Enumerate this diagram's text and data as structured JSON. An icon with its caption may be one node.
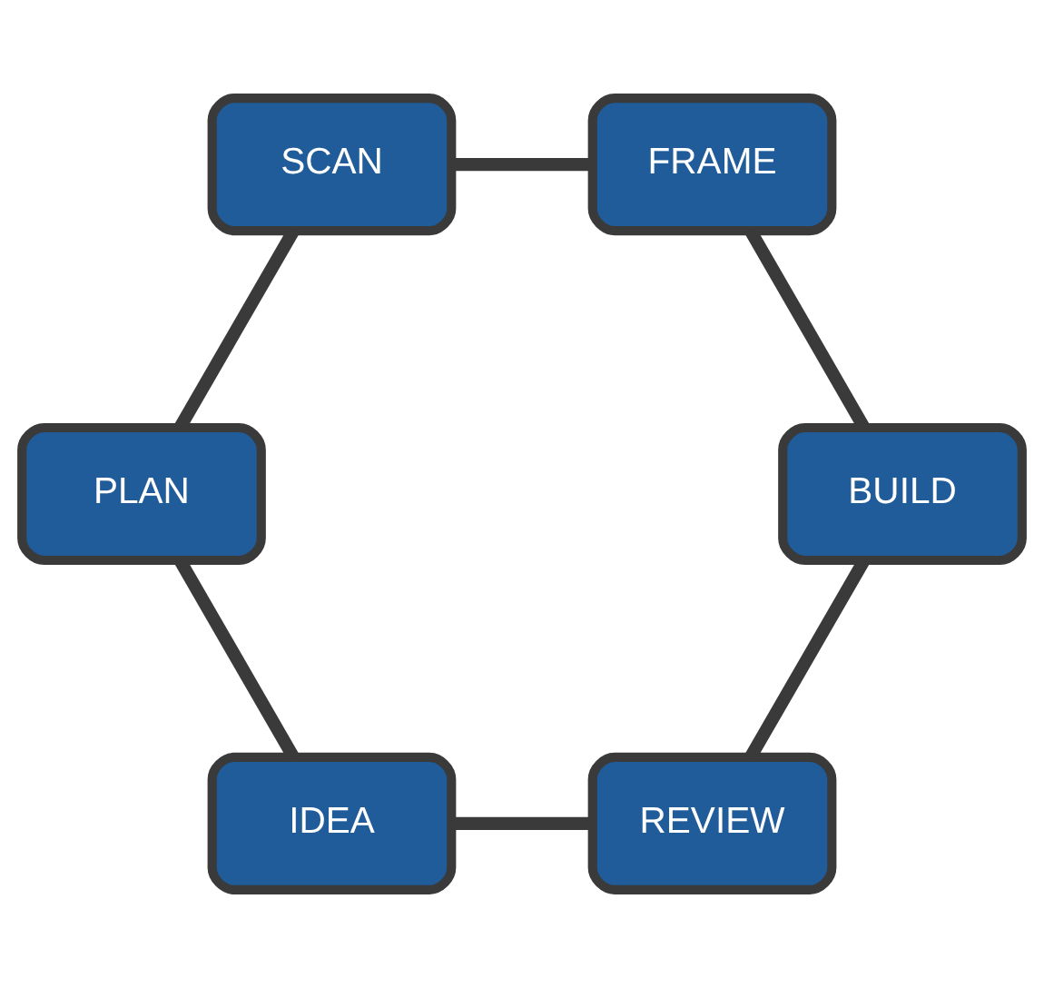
{
  "diagram": {
    "nodes": [
      {
        "text": [
          "REVIEW"
        ]
      },
      {
        "text": [
          "IDEA"
        ]
      },
      {
        "text": [
          "PLAN"
        ]
      },
      {
        "text": [
          "SCAN"
        ]
      },
      {
        "text": [
          "FRAME"
        ]
      },
      {
        "text": [
          "BUILD"
        ]
      }
    ],
    "edges": [
      {
        "from": 0,
        "to": 1,
        "arrow": "none"
      },
      {
        "from": 1,
        "to": 2,
        "arrow": "none"
      },
      {
        "from": 2,
        "to": 3,
        "arrow": "none"
      },
      {
        "from": 3,
        "to": 4,
        "arrow": "none"
      },
      {
        "from": 4,
        "to": 5,
        "arrow": "none"
      },
      {
        "from": 5,
        "to": 0,
        "arrow": "none"
      }
    ]
  }
}
